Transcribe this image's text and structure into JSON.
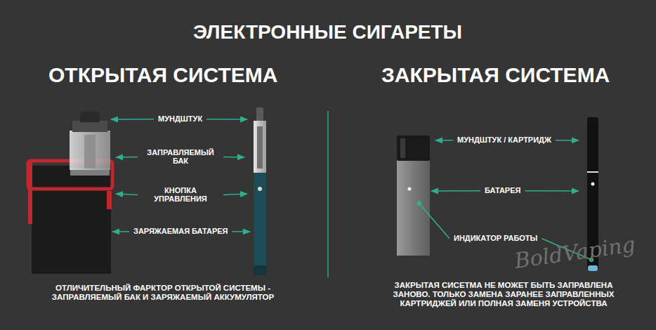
{
  "diagram": {
    "title": "ЭЛЕКТРОННЫЕ СИГАРЕТЫ",
    "labels": [
      "ОТКРЫТАЯ СИСТЕМА",
      "ЗАКРЫТАЯ СИСТЕМА",
      "МУНДШТУК",
      "ЗАПРАВЛЯЕМЫЙ БАК",
      "КНОПКА УПРАВЛЕНИЯ",
      "ЗАРЯЖАЕМАЯ БАТАРЕЯ",
      "МУНДШТУК / КАРТРИДЖ",
      "БАТАРЕЯ",
      "ИНДИКАТОР РАБОТЫ",
      "ОТЛИЧИТЕЛЬНЫЙ ФАРКТОР ОТКРЫТОЙ СИСТЕМЫ - ЗАПРАВЛЯЕМЫЙ БАК И ЗАРЯЖАЕМЫЙ АККУМУЛЯТОР",
      "ЗАКРЫТАЯ СИСЕТМА НЕ МОЖЕТ БЫТЬ ЗАПРАВЛЕНА ЗАНОВО. ТОЛЬКО ЗАМЕНА ЗАРАНЕЕ ЗАПРАВЛЕННЫХ КАРТРИДЖЕЙ ИЛИ ПОЛНАЯ ЗАМЕНЯ УСТРОЙСТВА",
      "BoldVaping"
    ]
  }
}
